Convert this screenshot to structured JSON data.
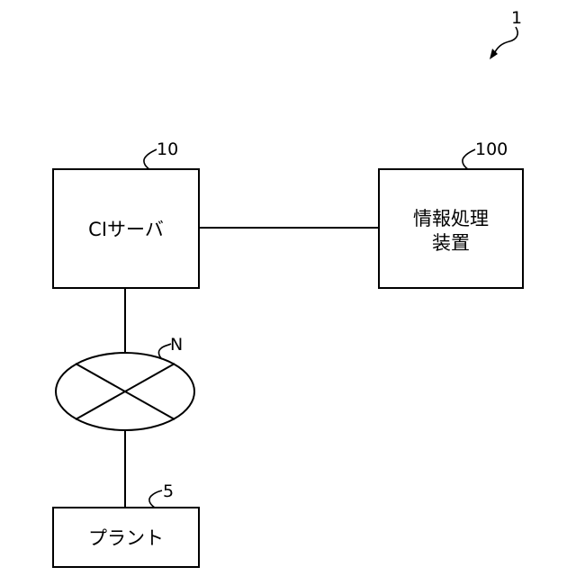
{
  "figure_ref": "1",
  "nodes": {
    "ci_server": {
      "label": "CIサーバ",
      "ref": "10"
    },
    "info_device": {
      "label_lines": [
        "情報処理",
        "装置"
      ],
      "ref": "100"
    },
    "network": {
      "ref": "N"
    },
    "plant": {
      "label": "プラント",
      "ref": "5"
    }
  }
}
